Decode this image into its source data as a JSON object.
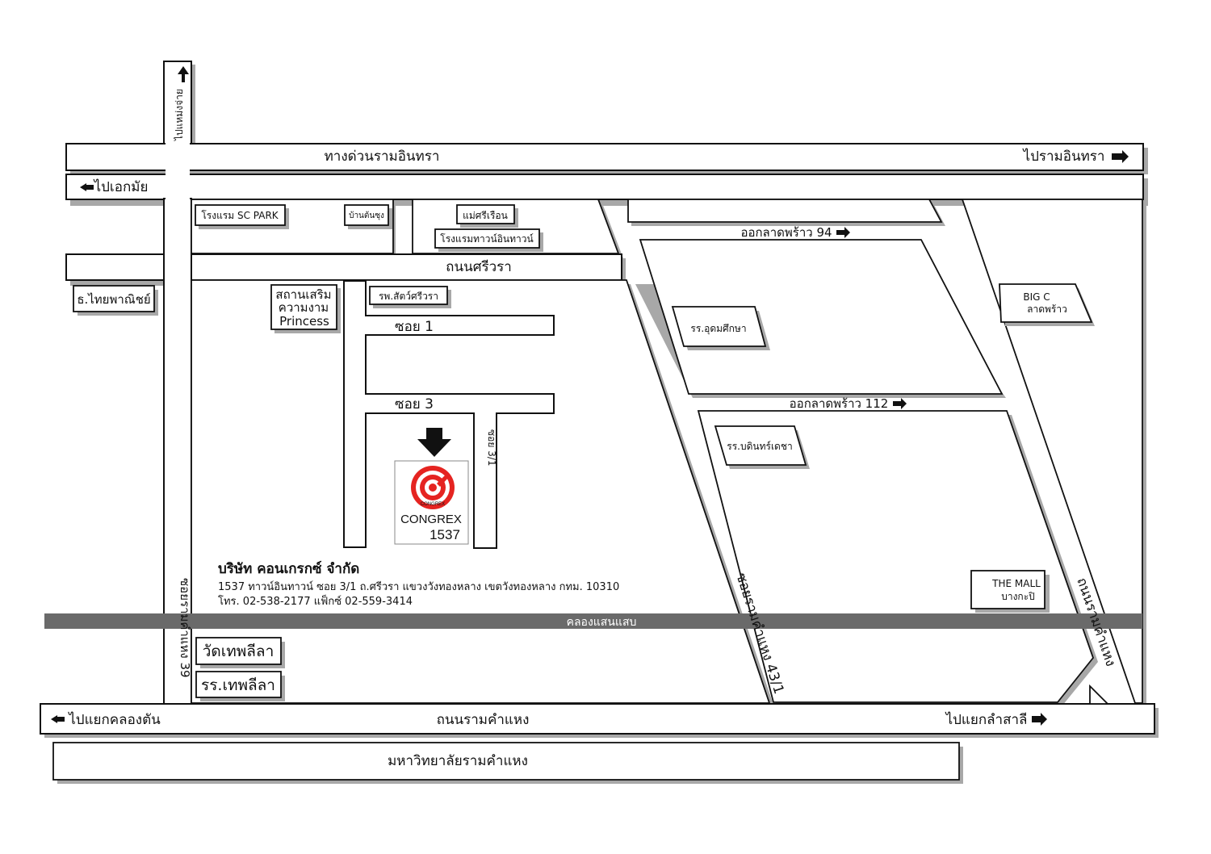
{
  "map": {
    "accent_color": "#e52421",
    "canal_color": "#6a6a6a",
    "roads": {
      "expressway": "ทางด่วนรามอินทรา",
      "to_ramintra": "ไปรามอินทรา",
      "to_ekkamai": "ไปเอกมัย",
      "to_ngamwongwan": "ไปแหม่งจ่าย",
      "srivara": "ถนนศรีวรา",
      "soi_1": "ซอย 1",
      "soi_3": "ซอย 3",
      "soi_3_1": "ซอย 3/1",
      "ladprao_94": "ออกลาดพร้าว 94",
      "ladprao_112": "ออกลาดพร้าว 112",
      "soi_39": "ซอยรามคำแหง 39",
      "soi_43_1": "ซอยรามคำแหง 43/1",
      "ramkhamhaeng_rd": "ถนนรามคำแหง",
      "ramkhamhaeng_right": "ถนนรามคำแหง",
      "to_khlongton": "ไปแยกคลองตัน",
      "to_lamsali": "ไปแยกลำสาลี",
      "canal": "คลองแสนแสบ"
    },
    "landmarks": {
      "sc_park": "โรงแรม SC PARK",
      "baan_ton_sung": "บ้านต้นซุง",
      "mae_sri_ruean": "แม่ศรีเรือน",
      "hotel_town_in_town": "โรงแรมทาวน์อินทาวน์",
      "thai_panich_1": "ธ.ไทยพาณิชย์",
      "princess_line1": "สถานเสริม",
      "princess_line2": "ความงาม",
      "princess_line3": "Princess",
      "vet_hospital": "รพ.สัตว์ศรีวรา",
      "udom_suksa": "รร.อุดมศึกษา",
      "bodindecha": "รร.บดินทร์เดชา",
      "bigc_line1": "BIG C",
      "bigc_line2": "ลาดพร้าว",
      "mall_line1": "THE MALL",
      "mall_line2": "บางกะปิ",
      "wat_thepleela": "วัดเทพลีลา",
      "school_thepleela": "รร.เทพลีลา",
      "university": "มหาวิทยาลัยรามคำแหง"
    },
    "company": {
      "logo_word": "CONGREX",
      "logo_ring_text": "CONGREX",
      "number": "1537",
      "name": "บริษัท คอนเกรกซ์ จำกัด",
      "address": "1537 ทาวน์อินทาวน์ ซอย 3/1 ถ.ศรีวรา แขวงวังทองหลาง เขตวังทองหลาง กทม. 10310",
      "phone": "โทร. 02-538-2177  แฟ็กซ์ 02-559-3414"
    }
  }
}
